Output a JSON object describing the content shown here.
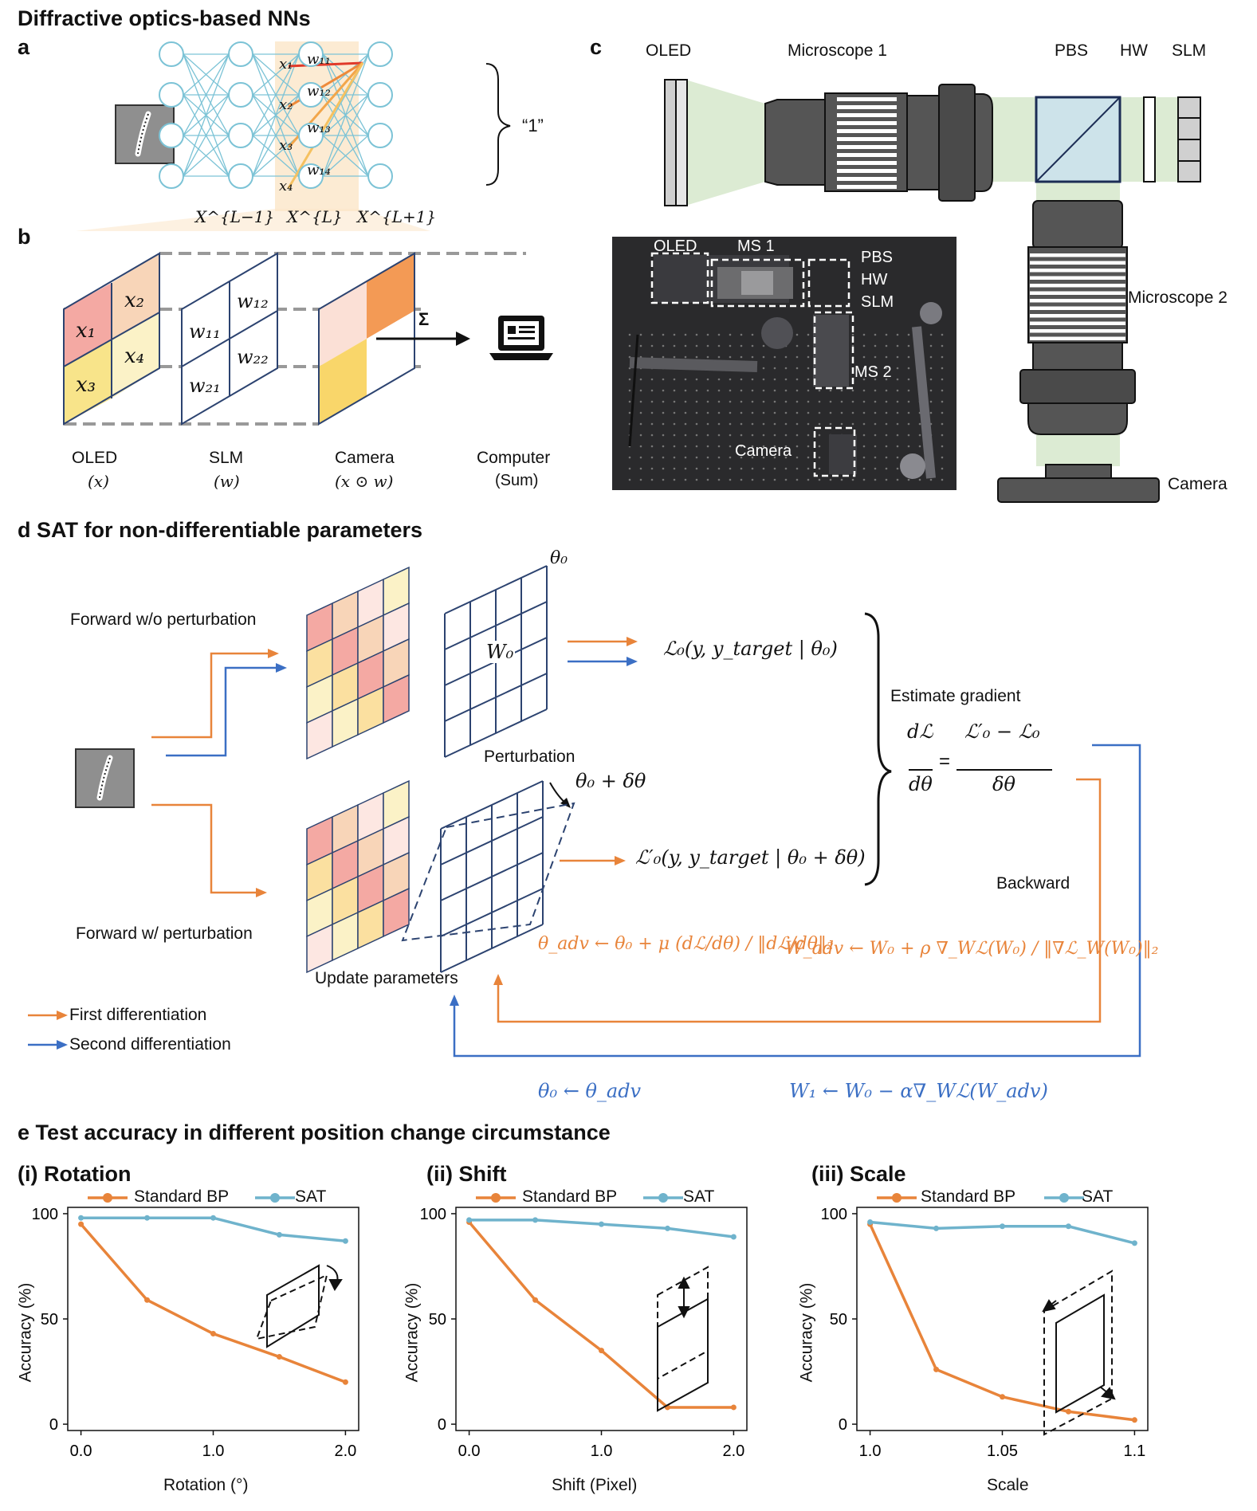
{
  "panel_a": {
    "section_title": "Diffractive optics-based NNs",
    "label": "a",
    "output_label": "“1”",
    "layer_labels": [
      "X^{L−1}",
      "X^{L}",
      "X^{L+1}"
    ],
    "nodes": [
      "x₁",
      "x₂",
      "x₃",
      "x₄"
    ],
    "weights": [
      "w₁₁",
      "w₁₂",
      "w₁₃",
      "w₁₄"
    ]
  },
  "panel_b": {
    "label": "b",
    "oled_cells": [
      "x₁",
      "x₂",
      "x₃",
      "x₄"
    ],
    "slm_cells": [
      "w₁₁",
      "w₁₂",
      "w₂₁",
      "w₂₂"
    ],
    "sum_symbol": "Σ",
    "captions": [
      {
        "title": "OLED",
        "sub": "(x)"
      },
      {
        "title": "SLM",
        "sub": "(w)"
      },
      {
        "title": "Camera",
        "sub": "(x ⊙ w)"
      },
      {
        "title": "Computer",
        "sub": "(Sum)"
      }
    ]
  },
  "panel_c": {
    "label": "c",
    "schematic_labels": [
      "OLED",
      "Microscope 1",
      "PBS",
      "HW",
      "SLM",
      "Microscope 2",
      "Camera"
    ],
    "photo_labels": [
      "OLED",
      "MS 1",
      "PBS",
      "HW",
      "SLM",
      "MS 2",
      "Camera"
    ]
  },
  "panel_d": {
    "section_title": "d SAT for non-differentiable parameters",
    "forward_wo": "Forward w/o perturbation",
    "forward_w": "Forward w/ perturbation",
    "theta0": "θ₀",
    "w0": "W₀",
    "loss0": "ℒ₀(y, y_target | θ₀)",
    "perturbation": "Perturbation",
    "theta_pert": "θ₀ + δθ",
    "loss0p": "ℒ′₀(y, y_target | θ₀ + δθ)",
    "estimate": "Estimate gradient",
    "grad_lhs_num": "dℒ",
    "grad_lhs_den": "dθ",
    "grad_rhs_num": "ℒ′₀ − ℒ₀",
    "grad_rhs_den": "δθ",
    "backward": "Backward",
    "update": "Update parameters",
    "theta_adv": "θ_adv ← θ₀ + μ (dℒ/dθ) / ‖dℒ/dθ‖₂",
    "w_adv": "W_adv ← W₀ + ρ ∇_Wℒ(W₀) / ‖∇ℒ_W(W₀)‖₂",
    "legend_first": "First differentiation",
    "legend_second": "Second differentiation",
    "theta_update": "θ₀ ← θ_adv",
    "w_update": "W₁ ← W₀ − α∇_Wℒ(W_adv)"
  },
  "panel_e": {
    "section_title": "e Test accuracy in different position change circumstance"
  },
  "colors": {
    "orange": "#e8843a",
    "blue": "#6fb3cc",
    "navy": "#2c4370",
    "teal": "#7ec4d6"
  },
  "chart_data": [
    {
      "type": "line",
      "title": "(i) Rotation",
      "xlabel": "Rotation (°)",
      "ylabel": "Accuracy (%)",
      "x": [
        0.0,
        0.5,
        1.0,
        1.5,
        2.0
      ],
      "xticks": [
        "0.0",
        "1.0",
        "2.0"
      ],
      "xtick_values": [
        0.0,
        1.0,
        2.0
      ],
      "yticks": [
        "0",
        "50",
        "100"
      ],
      "xlim": [
        -0.1,
        2.1
      ],
      "ylim": [
        -3,
        103
      ],
      "legend": "top",
      "series": [
        {
          "name": "Standard BP",
          "color": "#e8843a",
          "values": [
            95,
            59,
            43,
            32,
            20
          ]
        },
        {
          "name": "SAT",
          "color": "#6fb3cc",
          "values": [
            98,
            98,
            98,
            90,
            87
          ]
        }
      ]
    },
    {
      "type": "line",
      "title": "(ii) Shift",
      "xlabel": "Shift (Pixel)",
      "ylabel": "Accuracy (%)",
      "x": [
        0.0,
        0.5,
        1.0,
        1.5,
        2.0
      ],
      "xticks": [
        "0.0",
        "1.0",
        "2.0"
      ],
      "xtick_values": [
        0.0,
        1.0,
        2.0
      ],
      "yticks": [
        "0",
        "50",
        "100"
      ],
      "xlim": [
        -0.1,
        2.1
      ],
      "ylim": [
        -3,
        103
      ],
      "legend": "top",
      "series": [
        {
          "name": "Standard BP",
          "color": "#e8843a",
          "values": [
            96,
            59,
            35,
            8,
            8
          ]
        },
        {
          "name": "SAT",
          "color": "#6fb3cc",
          "values": [
            97,
            97,
            95,
            93,
            89
          ]
        }
      ]
    },
    {
      "type": "line",
      "title": "(iii) Scale",
      "xlabel": "Scale",
      "ylabel": "Accuracy (%)",
      "x": [
        1.0,
        1.025,
        1.05,
        1.075,
        1.1
      ],
      "xticks": [
        "1.0",
        "1.05",
        "1.1"
      ],
      "xtick_values": [
        1.0,
        1.05,
        1.1
      ],
      "yticks": [
        "0",
        "50",
        "100"
      ],
      "xlim": [
        0.995,
        1.105
      ],
      "ylim": [
        -3,
        103
      ],
      "legend": "top",
      "series": [
        {
          "name": "Standard BP",
          "color": "#e8843a",
          "values": [
            95,
            26,
            13,
            6,
            2
          ]
        },
        {
          "name": "SAT",
          "color": "#6fb3cc",
          "values": [
            96,
            93,
            94,
            94,
            86
          ]
        }
      ]
    }
  ]
}
